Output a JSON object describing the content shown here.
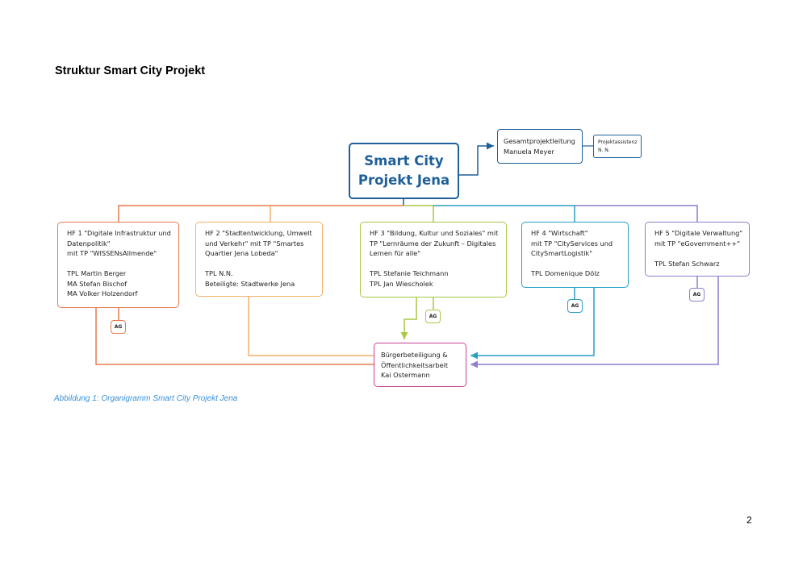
{
  "page": {
    "heading": "Struktur Smart City Projekt",
    "caption": "Abbildung 1: Organigramm Smart City Projekt Jena",
    "page_number": "2"
  },
  "diagram": {
    "main": {
      "line1": "Smart City",
      "line2": "Projekt Jena",
      "color": "#1f5f99"
    },
    "gesamtprojektleitung": {
      "text": "Gesamtprojektleitung\nManuela Meyer"
    },
    "projektassistenz": {
      "text": "Projektassistenz\nN. N."
    },
    "fields": [
      {
        "id": "hf1",
        "color": "#e87a4f",
        "text": "HF 1 \"Digitale Infrastruktur und Datenpolitik\"\nmit TP \"WISSENsAllmende\"\n\nTPL Martin Berger\nMA Stefan Bischof\nMA Volker Holzendorf"
      },
      {
        "id": "hf2",
        "color": "#f2b16a",
        "text": "HF 2 \"Stadtentwicklung, Umwelt und Verkehr\" mit TP \"Smartes Quartier Jena Lobeda\"\n\nTPL N.N.\nBeteiligte: Stadtwerke Jena"
      },
      {
        "id": "hf3",
        "color": "#a8c944",
        "text": "HF 3 \"Bildung, Kultur und Soziales\" mit TP \"Lernräume der Zukunft – Digitales Lernen für alle\"\n\nTPL Stefanie Teichmann\nTPL Jan Wiescholek"
      },
      {
        "id": "hf4",
        "color": "#2a9fc4",
        "text": "HF 4 \"Wirtschaft\"\nmit TP \"CityServices und CitySmartLogistik\"\n\nTPL Domenique Dölz"
      },
      {
        "id": "hf5",
        "color": "#8c7fd0",
        "text": "HF 5 \"Digitale Verwaltung\"\nmit TP \"eGovernment++\"\n\nTPL Stefan Schwarz"
      }
    ],
    "ag_label": "AG",
    "buergerbeteiligung": {
      "text": "Bürgerbeteiligung &\nÖffentlichkeitsarbeit\nKai Ostermann",
      "color": "#c93f96"
    }
  }
}
